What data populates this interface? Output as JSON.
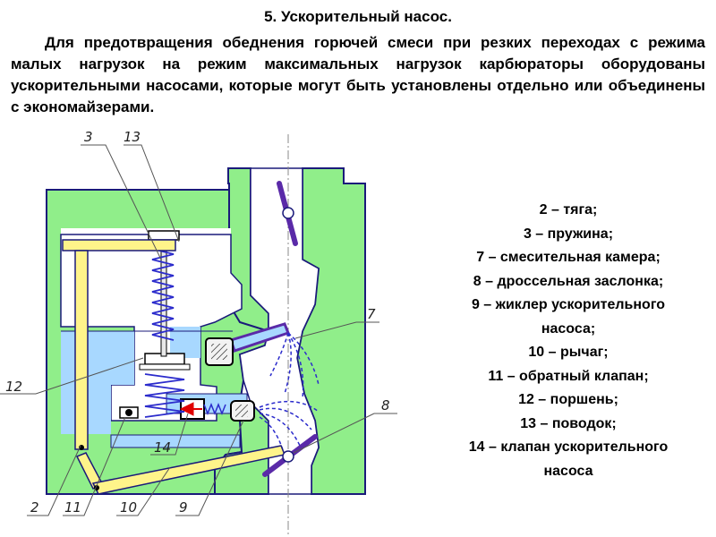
{
  "title": "5. Ускорительный насос.",
  "paragraph": "Для предотвращения обеднения горючей смеси при резких переходах с режима малых нагрузок на режим максимальных нагрузок карбюраторы оборудованы ускорительными насосами, которые могут быть установлены отдельно или объединены с экономайзерами.",
  "legend": [
    "2 – тяга;",
    "3 – пружина;",
    "7 – смесительная камера;",
    "8 – дроссельная заслонка;",
    "9 – жиклер ускорительного",
    "насоса;",
    "10 – рычаг;",
    "11 – обратный клапан;",
    "12 – поршень;",
    "13 – поводок;",
    "14 – клапан ускорительного",
    "насоса"
  ],
  "callouts": {
    "c3": "3",
    "c13": "13",
    "c12": "12",
    "c14": "14",
    "c7": "7",
    "c8": "8",
    "c2": "2",
    "c11": "11",
    "c10": "10",
    "c9": "9"
  },
  "colors": {
    "body": "#90ee8a",
    "outline": "#1a1a7a",
    "fuel": "#a8d8ff",
    "lever": "#fff48a",
    "spring": "#2b2bcc",
    "valve": "#303030",
    "arrow": "#e00000"
  }
}
